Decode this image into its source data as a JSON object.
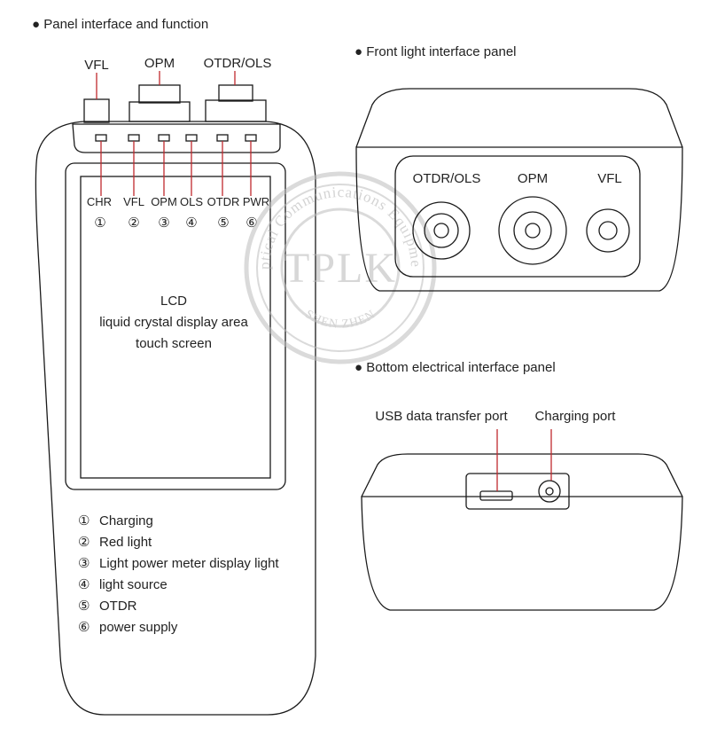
{
  "headings": {
    "panel": "● Panel interface and function",
    "front": "● Front light interface panel",
    "bottom": "● Bottom electrical interface panel"
  },
  "top_ports": {
    "vfl": "VFL",
    "opm": "OPM",
    "otdr": "OTDR/OLS"
  },
  "indicators": [
    {
      "label": "CHR",
      "num": "①"
    },
    {
      "label": "VFL",
      "num": "②"
    },
    {
      "label": "OPM",
      "num": "③"
    },
    {
      "label": "OLS",
      "num": "④"
    },
    {
      "label": "OTDR",
      "num": "⑤"
    },
    {
      "label": "PWR",
      "num": "⑥"
    }
  ],
  "lcd": {
    "line1": "LCD",
    "line2": "liquid crystal display area",
    "line3": "touch screen"
  },
  "legend": [
    {
      "num": "①",
      "text": "Charging"
    },
    {
      "num": "②",
      "text": "Red light"
    },
    {
      "num": "③",
      "text": "Light power meter display light"
    },
    {
      "num": "④",
      "text": "light source"
    },
    {
      "num": "⑤",
      "text": "OTDR"
    },
    {
      "num": "⑥",
      "text": "power supply"
    }
  ],
  "front_ports": {
    "otdr": "OTDR/OLS",
    "opm": "OPM",
    "vfl": "VFL"
  },
  "bottom_ports": {
    "usb": "USB data transfer port",
    "charging": "Charging port"
  },
  "watermark": {
    "center": "TPLK",
    "top": "Optical Communications Equipment",
    "bottom": "SHEN ZHEN"
  },
  "colors": {
    "callout": "#c0282e",
    "outline": "#1a1a1a",
    "watermark": "#bdbdbd"
  }
}
